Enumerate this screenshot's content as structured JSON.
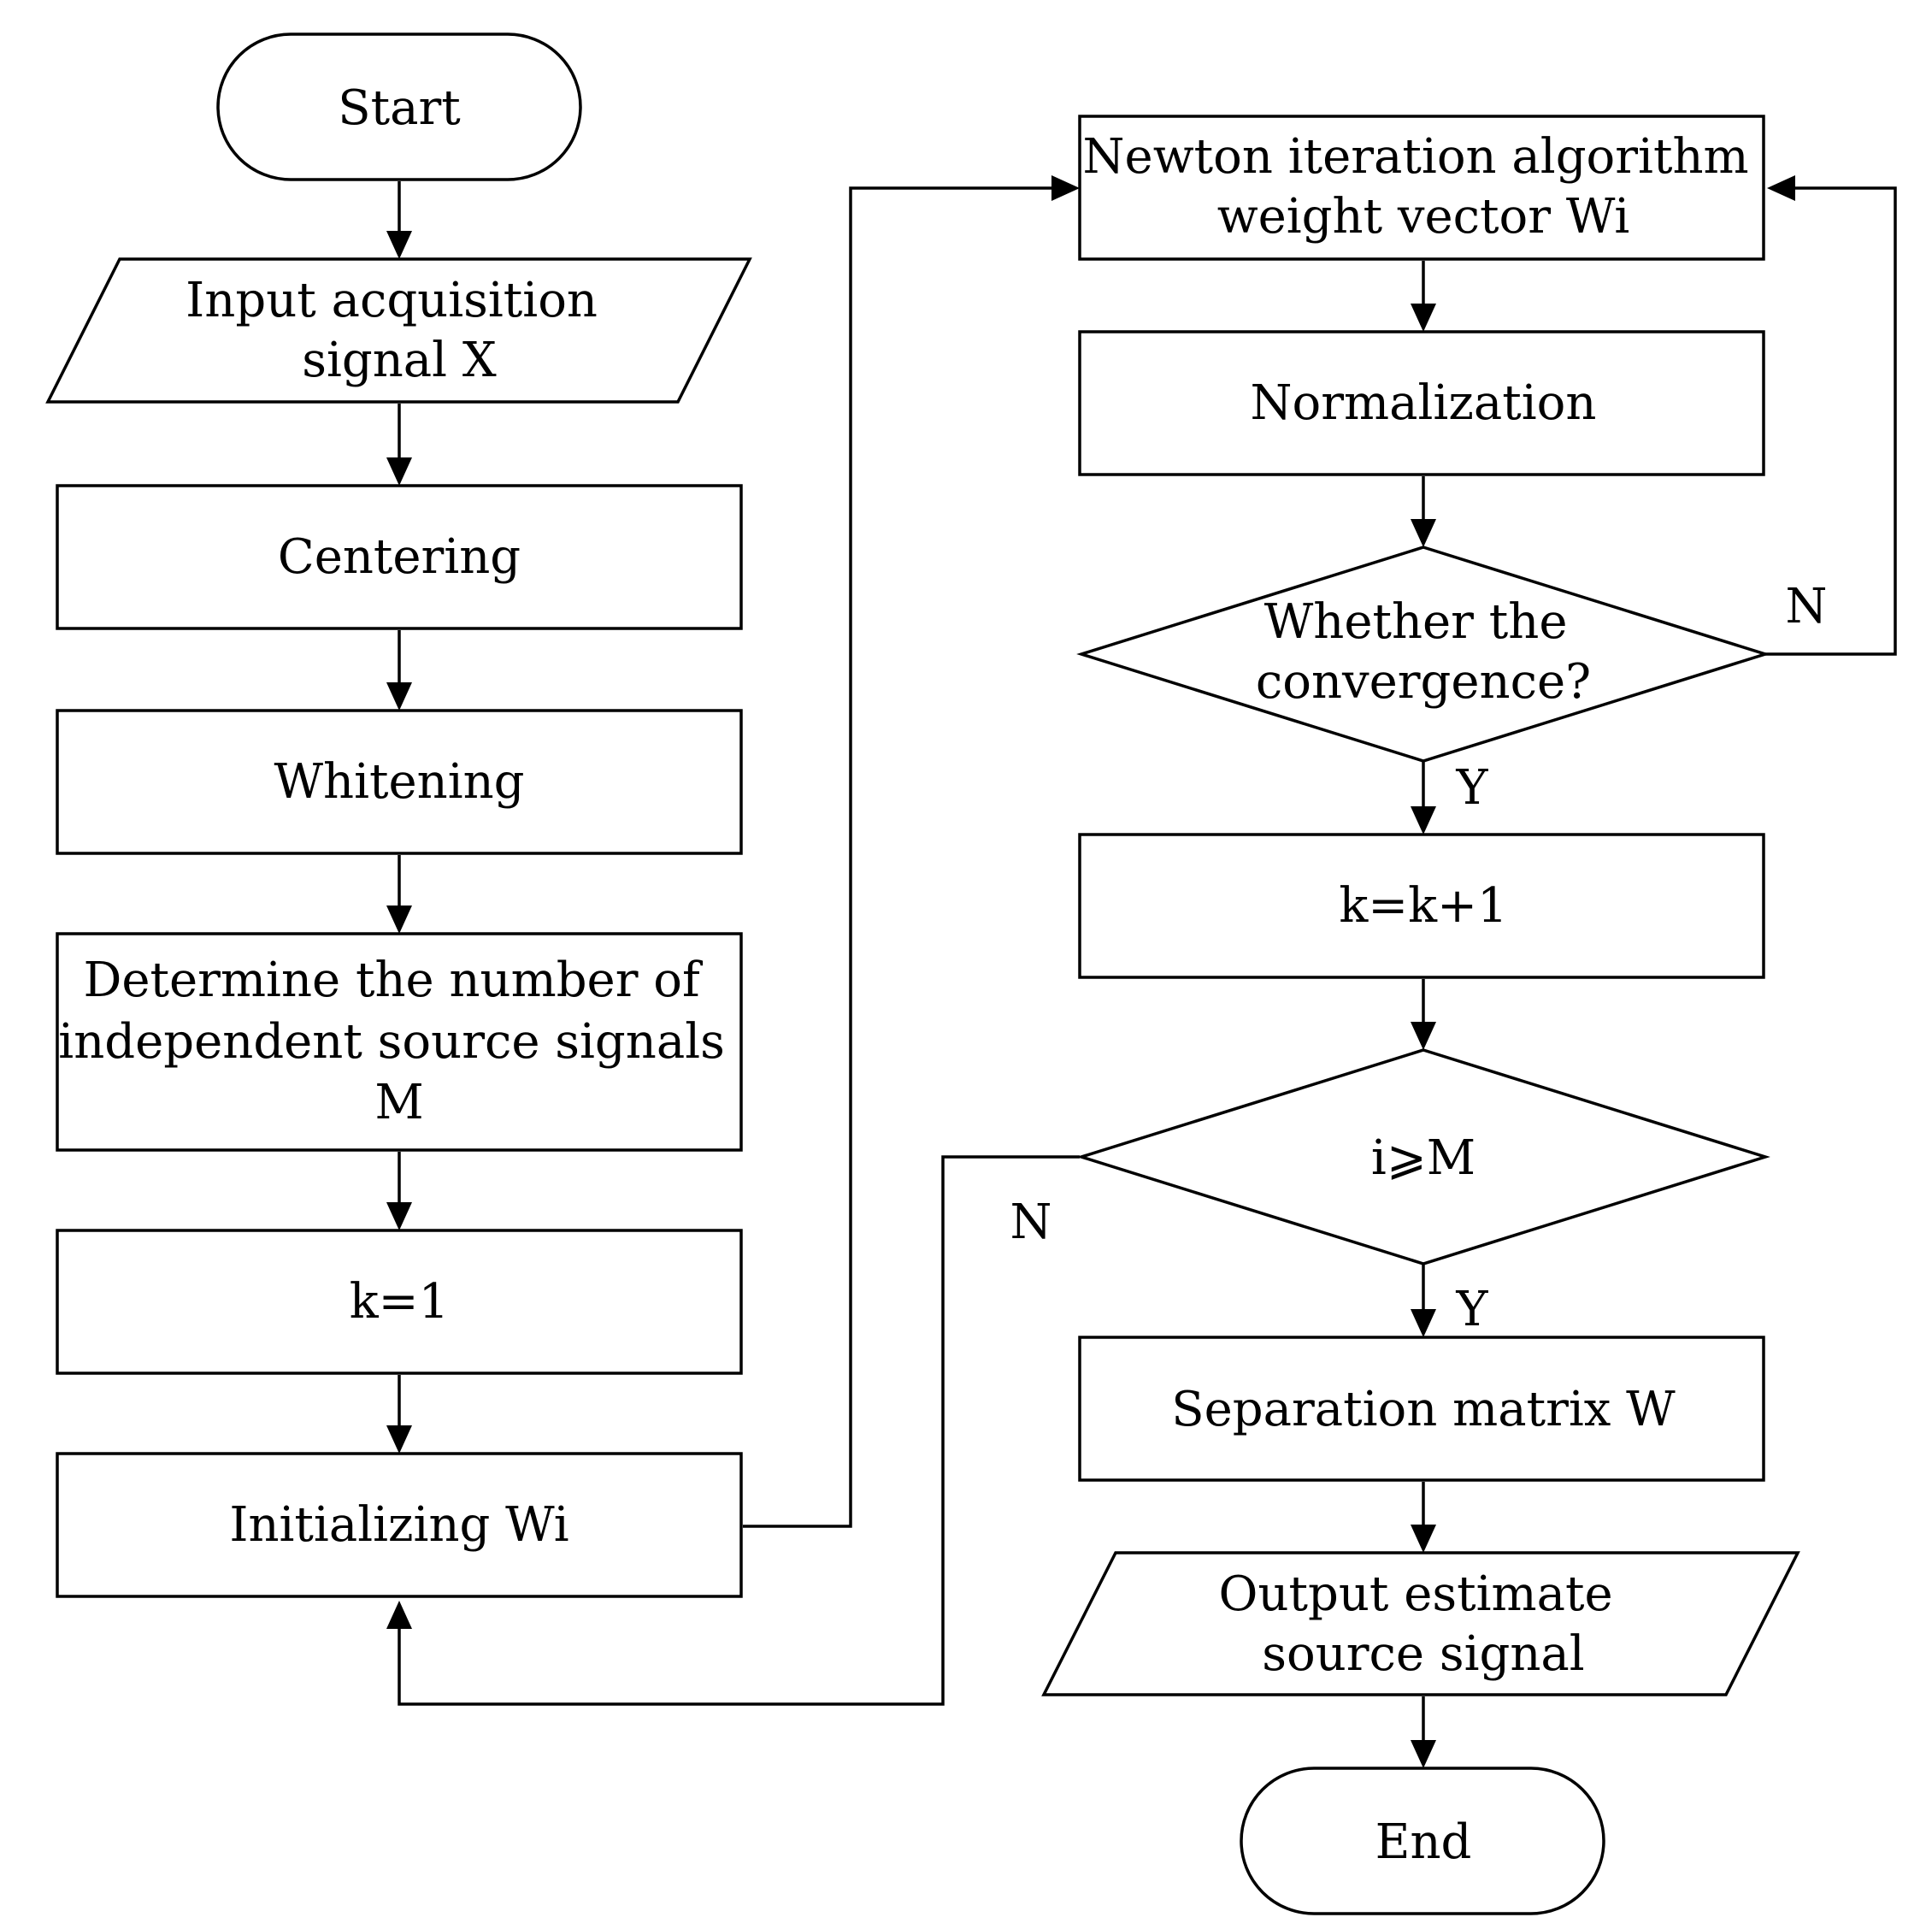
{
  "nodes": {
    "start": {
      "lines": [
        "Start"
      ]
    },
    "input": {
      "lines": [
        "Input acquisition",
        "signal X"
      ]
    },
    "centering": {
      "lines": [
        "Centering"
      ]
    },
    "whitening": {
      "lines": [
        "Whitening"
      ]
    },
    "determine": {
      "lines": [
        "Determine the number of",
        "independent source signals",
        "M"
      ]
    },
    "k_init": {
      "lines": [
        "k=1"
      ]
    },
    "init_wi": {
      "lines": [
        "Initializing Wi"
      ]
    },
    "newton": {
      "lines": [
        "Newton iteration algorithm",
        "weight vector Wi"
      ]
    },
    "normalization": {
      "lines": [
        "Normalization"
      ]
    },
    "convergence": {
      "lines": [
        "Whether the",
        "convergence?"
      ]
    },
    "k_inc": {
      "lines": [
        "k=k+1"
      ]
    },
    "compare": {
      "lines": [
        "i⩾M"
      ]
    },
    "separation": {
      "lines": [
        "Separation matrix W"
      ]
    },
    "output": {
      "lines": [
        "Output estimate",
        "source signal"
      ]
    },
    "end": {
      "lines": [
        "End"
      ]
    }
  },
  "edge_labels": {
    "convergence_no": "N",
    "convergence_yes": "Y",
    "compare_no": "N",
    "compare_yes": "Y"
  }
}
